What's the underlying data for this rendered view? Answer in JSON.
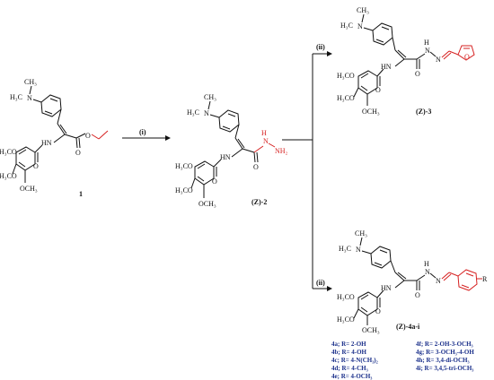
{
  "atoms": {
    "n": "N",
    "h3c": "H₃C",
    "ch3": "CH₃",
    "hn": "HN",
    "o": "O",
    "h": "H",
    "nh2": "NH₂",
    "h3co": "H₃CO",
    "och3": "OCH₃",
    "r": "R"
  },
  "reagents": {
    "i": "(i)",
    "ii_top": "(ii)",
    "ii_bottom": "(ii)"
  },
  "compounds": {
    "c1": "1",
    "c2": "(Z)-2",
    "c3": "(Z)-3",
    "c4": "(Z)-4a-i"
  },
  "substituents": [
    "4a; R= 2-OH",
    "4b; R= 4-OH",
    "4c; R= 4-N(CH₃)₂",
    "4d; R= 4-CH₃",
    "4e; R= 4-OCH₃",
    "4f; R= 2-OH-3-OCH₃",
    "4g; R= 3-OCH₃-4-OH",
    "4h; R= 3,4-di-OCH₃",
    "4i; R= 3,4,5-tri-OCH₃"
  ]
}
